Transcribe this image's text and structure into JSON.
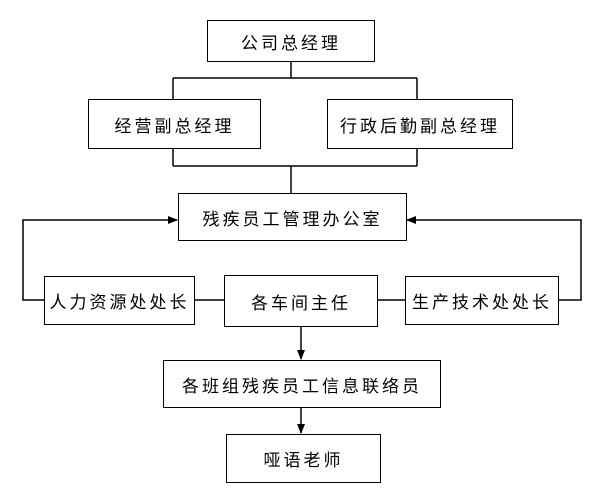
{
  "nodes": {
    "general_manager": "公司总经理",
    "business_vp": "经营副总经理",
    "admin_vp": "行政后勤副总经理",
    "disabled_office": "残疾员工管理办公室",
    "hr_chief": "人力资源处处长",
    "workshop_director": "各车间主任",
    "tech_chief": "生产技术处处长",
    "team_liaison": "各班组残疾员工信息联络员",
    "sign_teacher": "哑语老师"
  }
}
